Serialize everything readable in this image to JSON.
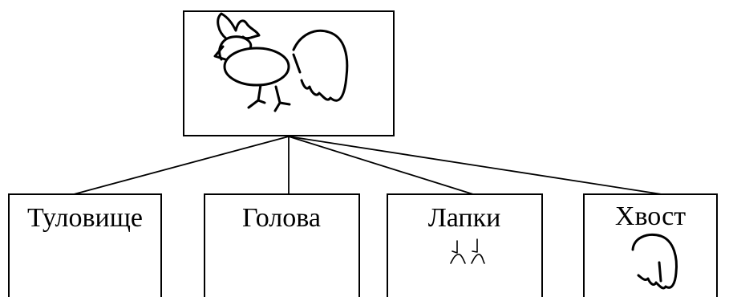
{
  "nodes": {
    "root": {
      "icon": "rooster-drawing"
    },
    "children": [
      {
        "label": "Туловище"
      },
      {
        "label": "Голова"
      },
      {
        "label": "Лапки",
        "icon": "rooster-feet-drawing"
      },
      {
        "label": "Хвост",
        "icon": "rooster-tail-drawing"
      }
    ]
  },
  "colors": {
    "stroke": "#000000",
    "background": "#ffffff"
  }
}
